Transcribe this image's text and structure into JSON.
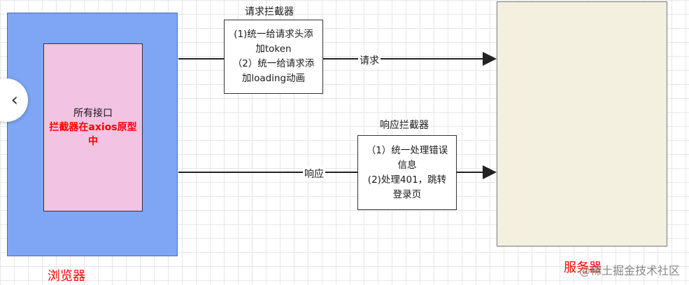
{
  "browser": {
    "label": "浏览器",
    "inner_line1": "所有接口",
    "inner_red": "拦截器在axios原型中"
  },
  "request_interceptor": {
    "title": "请求拦截器",
    "lines": [
      "(1)统一给请求头添",
      "加token",
      "（2）统一给请求添",
      "加loading动画"
    ]
  },
  "response_interceptor": {
    "title": "响应拦截器",
    "lines": [
      "（1）统一处理错误",
      "信息",
      "(2)处理401，跳转",
      "登录页"
    ]
  },
  "edges": {
    "request": "请求",
    "response": "响应"
  },
  "server": {
    "label": "服务器"
  },
  "watermark": "@稀土掘金技术社区",
  "nav": {
    "prev_icon": "chevron-left-icon"
  },
  "colors": {
    "browser_fill": "#7ea6f5",
    "interface_fill": "#f2c3e3",
    "server_fill": "#f4f0e0",
    "red_text": "#ff0000"
  }
}
